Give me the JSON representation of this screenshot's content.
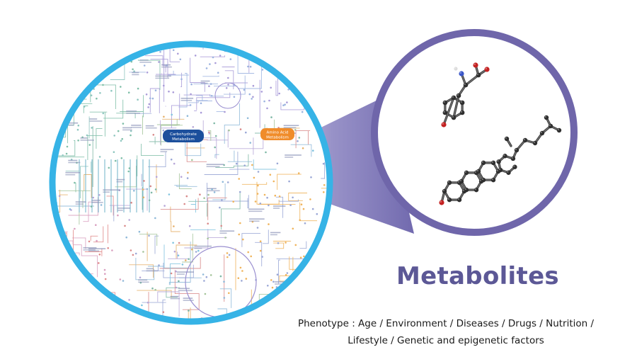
{
  "heading": "Metabolites",
  "caption": {
    "line1": "Phenotype : Age / Environment / Diseases / Drugs / Nutrition /",
    "line2": "Lifestyle / Genetic and epigenetic factors"
  },
  "map_labels": {
    "carbohydrate": [
      "Carbohydrate",
      "Metabolism"
    ],
    "amino_acid": [
      "Amino Acid",
      "Metabolism"
    ]
  },
  "colors": {
    "ring_left": "#36b3e6",
    "ring_right": "#6f66aa",
    "heading": "#5c5896",
    "tag_blue": "#1c4f9c",
    "tag_orange": "#f08c2a"
  }
}
